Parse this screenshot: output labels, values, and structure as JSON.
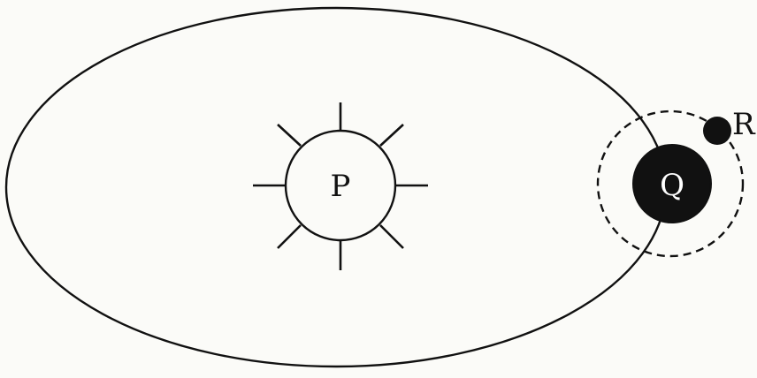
{
  "labels": {
    "sun": "P",
    "planet": "Q",
    "moon": "R"
  },
  "colors": {
    "background": "#fbfbf8",
    "ink": "#111111",
    "planet_text": "#ffffff"
  }
}
